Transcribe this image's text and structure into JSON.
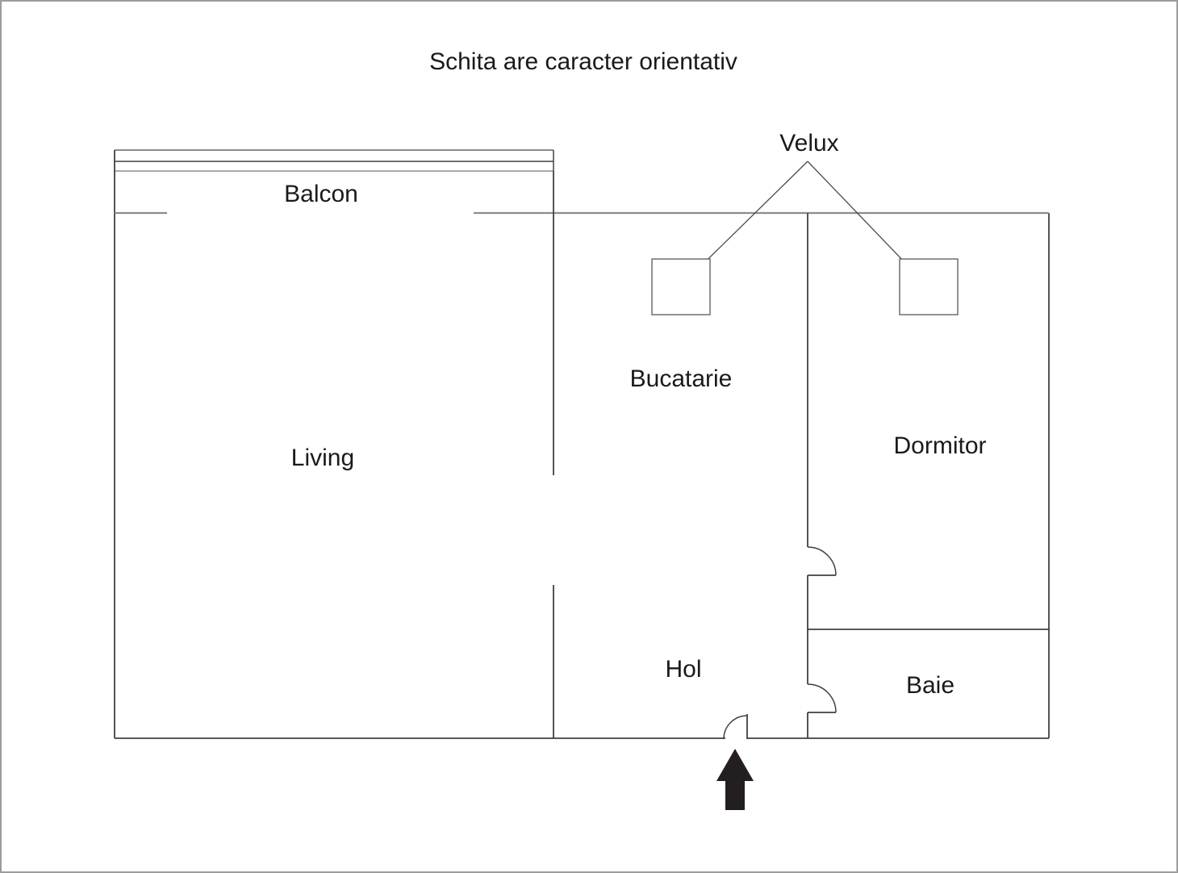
{
  "title": "Schita are caracter orientativ",
  "labels": {
    "velux": "Velux",
    "balcon": "Balcon",
    "living": "Living",
    "bucatarie": "Bucatarie",
    "dormitor": "Dormitor",
    "hol": "Hol",
    "baie": "Baie"
  },
  "icons": {
    "entrance_arrow": "up-arrow"
  },
  "colors": {
    "wall_dark": "#404040",
    "wall_gray": "#8c8c8c",
    "velux_line": "#4a4a4a",
    "text": "#1a1a1a",
    "arrow_fill": "#231f20",
    "background": "#ffffff",
    "page_border": "#9c9c9c"
  }
}
